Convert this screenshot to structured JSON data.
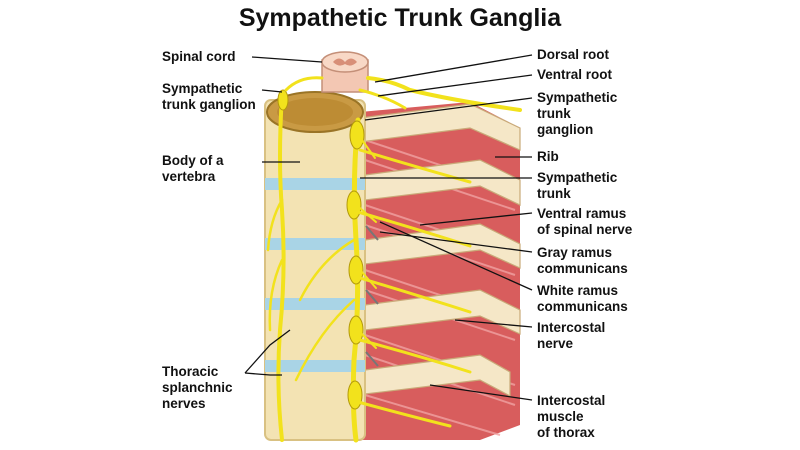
{
  "title": "Sympathetic Trunk Ganglia",
  "colors": {
    "nerve": "#f2e21c",
    "nerve_outline": "#b39a0a",
    "bone": "#f3e3b3",
    "bone_shade": "#d9c182",
    "disc": "#a9d4e6",
    "muscle": "#d85d5d",
    "muscle_light": "#f0a2a2",
    "rib": "#f5e7c7",
    "cord": "#f3c7b3",
    "leader": "#111111"
  },
  "labels": {
    "left": {
      "spinal_cord": [
        "Spinal cord"
      ],
      "sympathetic_trunk_ganglion": [
        "Sympathetic",
        "trunk ganglion"
      ],
      "body_of_vertebra": [
        "Body of a",
        "vertebra"
      ],
      "thoracic_splanchnic_nerves": [
        "Thoracic",
        "splanchnic",
        "nerves"
      ]
    },
    "right": {
      "dorsal_root": [
        "Dorsal root"
      ],
      "ventral_root": [
        "Ventral root"
      ],
      "sympathetic_trunk_ganglion": [
        "Sympathetic",
        "trunk",
        "ganglion"
      ],
      "rib": [
        "Rib"
      ],
      "sympathetic_trunk": [
        "Sympathetic",
        "trunk"
      ],
      "ventral_ramus": [
        "Ventral ramus",
        "of spinal nerve"
      ],
      "gray_ramus": [
        "Gray ramus",
        "communicans"
      ],
      "white_ramus": [
        "White ramus",
        "communicans"
      ],
      "intercostal_nerve": [
        "Intercostal",
        "nerve"
      ],
      "intercostal_muscle": [
        "Intercostal",
        "muscle",
        "of thorax"
      ]
    }
  }
}
